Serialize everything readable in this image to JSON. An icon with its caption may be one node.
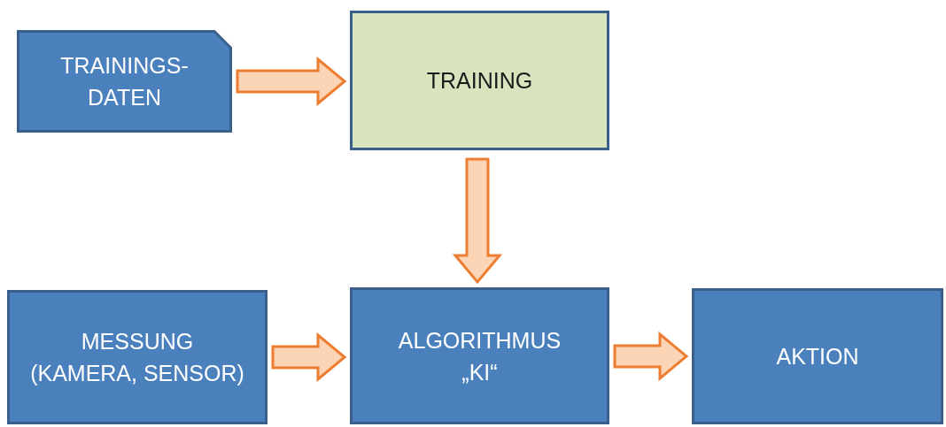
{
  "diagram": {
    "nodes": [
      {
        "text": [
          "TRAININGS-DATEN"
        ]
      },
      {
        "text": [
          "TRAINING"
        ]
      },
      {
        "text": [
          "MESSUNG (KAMERA, SENSOR)"
        ]
      },
      {
        "text": [
          "ALGORITHMUS „KI“"
        ]
      },
      {
        "text": [
          "AKTION"
        ]
      }
    ],
    "edges": [
      {
        "from": 0,
        "to": 1,
        "arrow": "to"
      },
      {
        "from": 1,
        "to": 3,
        "arrow": "to"
      },
      {
        "from": 2,
        "to": 3,
        "arrow": "to"
      },
      {
        "from": 3,
        "to": 4,
        "arrow": "to"
      }
    ]
  }
}
